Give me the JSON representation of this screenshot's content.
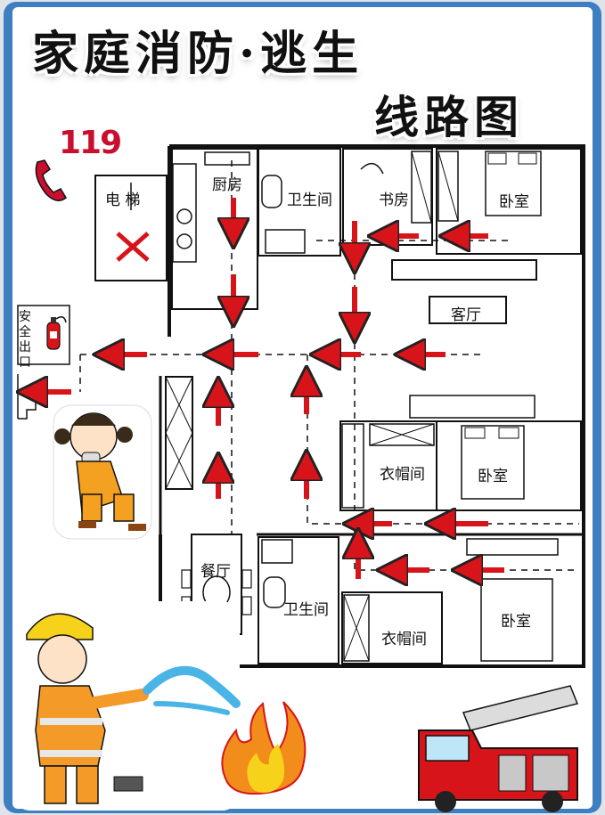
{
  "title": {
    "line1": "家庭消防·逃生",
    "line2": "线路图"
  },
  "emergency": {
    "number": "119",
    "icon": "phone-icon"
  },
  "rooms": {
    "elevator": "电 梯",
    "kitchen": "厨房",
    "bathroom_top": "卫生间",
    "study": "书房",
    "bedroom_top": "卧室",
    "living_room": "客厅",
    "closet_mid": "衣帽间",
    "bedroom_mid": "卧室",
    "dining": "餐厅",
    "bathroom_bottom": "卫生间",
    "closet_bottom": "衣帽间",
    "bedroom_bottom": "卧室"
  },
  "exit": {
    "label": "安全出口"
  },
  "colors": {
    "arrow": "#d7141a",
    "line": "#111111",
    "paper": "#ffffff",
    "frame": "#3d7fc1"
  }
}
